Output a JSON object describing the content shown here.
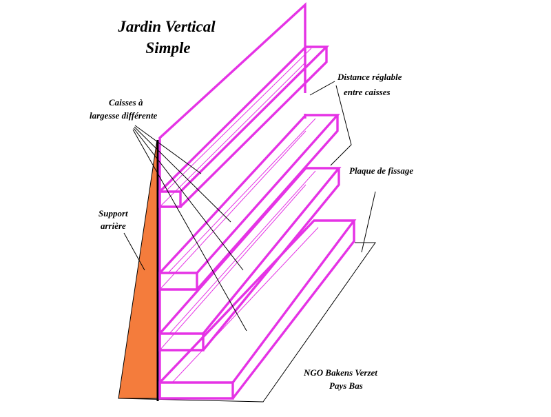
{
  "title": {
    "line1": "Jardin Vertical",
    "line2": "Simple"
  },
  "labels": {
    "boxes_line1": "Caisses à",
    "boxes_line2": "largesse différente",
    "distance_line1": "Distance réglable",
    "distance_line2": "entre caisses",
    "plate": "Plaque de fissage",
    "support_line1": "Support",
    "support_line2": "arrière",
    "credit_line1": "NGO Bakens Verzet",
    "credit_line2": "Pays Bas"
  },
  "colors": {
    "structure": "#e533e5",
    "support": "#f47c3c",
    "line": "#000000",
    "background": "#ffffff"
  }
}
